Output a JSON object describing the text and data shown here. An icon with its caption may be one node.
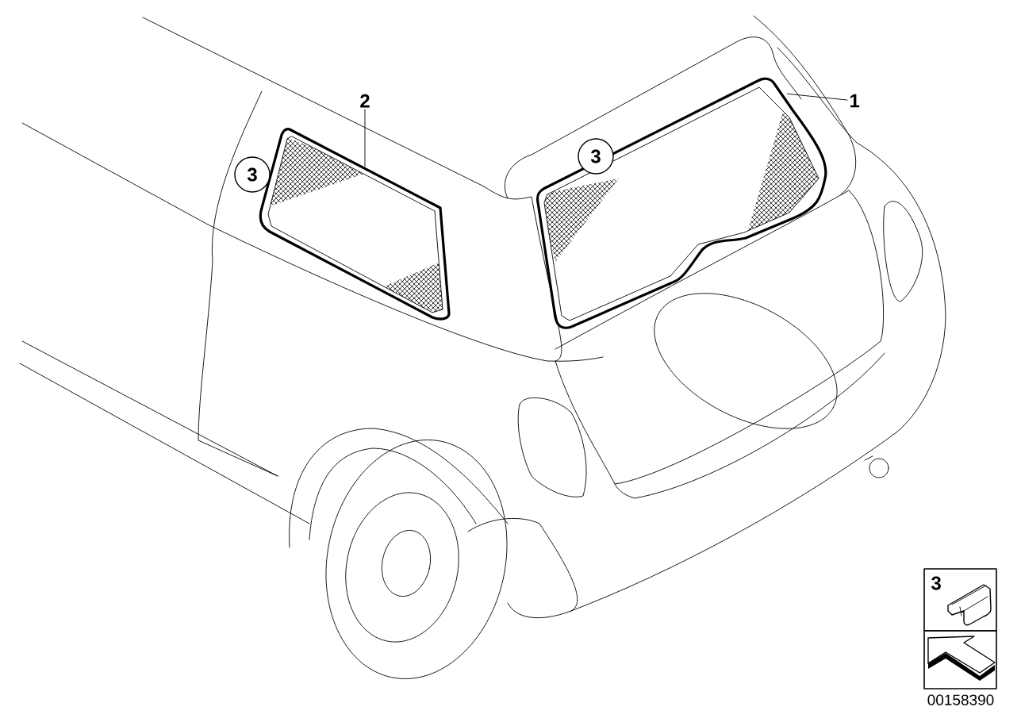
{
  "diagram": {
    "nodes": [
      {
        "text": [
          "2"
        ]
      },
      {
        "text": [],
        "shape": "picture"
      },
      {
        "text": [
          "1"
        ]
      },
      {
        "text": [],
        "shape": "picture"
      },
      {
        "text": [
          "3"
        ]
      },
      {
        "text": [
          "3"
        ]
      },
      {
        "text": [
          "3"
        ]
      }
    ],
    "edges": [
      {
        "from": 0,
        "to": 1,
        "arrow": "none"
      },
      {
        "from": 2,
        "to": 3,
        "arrow": "none"
      }
    ],
    "labels": [
      "00158390"
    ]
  }
}
